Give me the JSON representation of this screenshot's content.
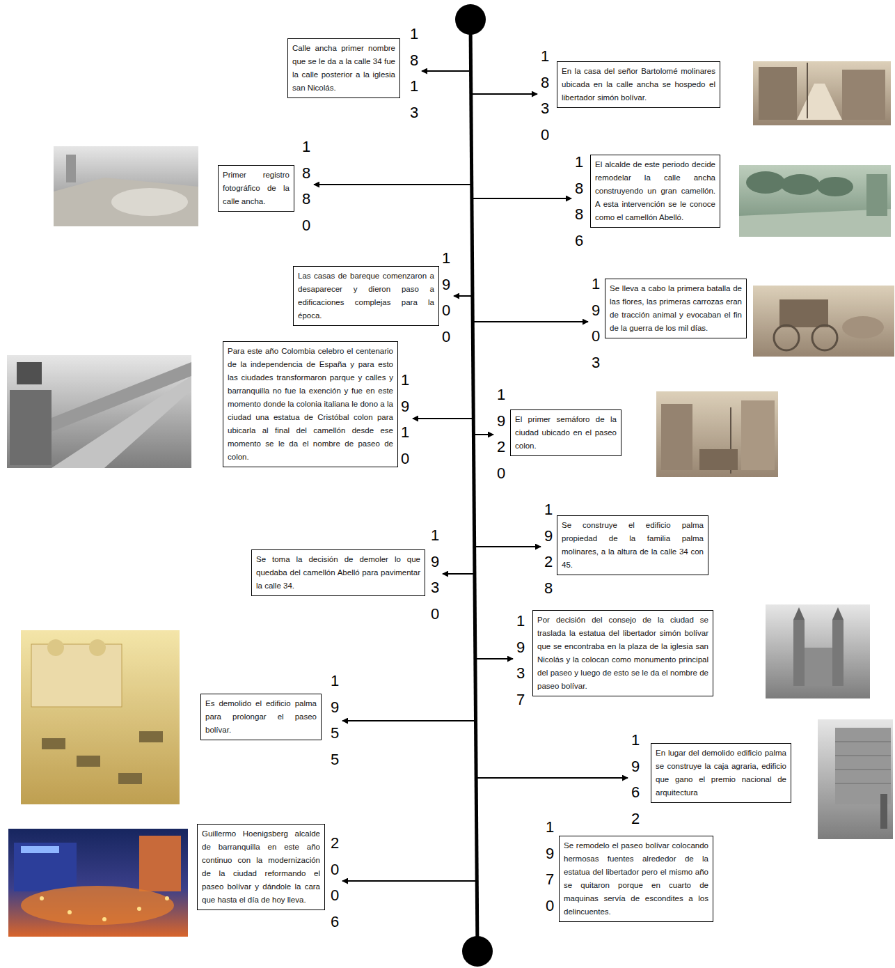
{
  "diagram": {
    "nodes": [
      {
        "text": [
          "1813",
          "Calle ancha primer nombre que se le da a la calle 34 fue la calle posterior a la iglesia san Nicolás."
        ]
      },
      {
        "text": [
          "1830",
          "En la casa del señor Bartolomé molinares ubicada en la calle ancha se hospedo el libertador simón bolívar."
        ]
      },
      {
        "text": [
          "1880",
          "Primer registro fotográfico de la calle ancha."
        ]
      },
      {
        "text": [
          "1886",
          "El alcalde de este periodo decide remodelar la calle ancha construyendo un gran camellón. A esta intervención se le conoce como el camellón Abelló."
        ]
      },
      {
        "text": [
          "1900",
          "Las casas de bareque comenzaron a desaparecer y dieron paso a edificaciones complejas para la época."
        ]
      },
      {
        "text": [
          "1903",
          "Se lleva a cabo la primera batalla de las flores, las primeras carrozas eran de tracción animal y evocaban el fin de la guerra de los mil días."
        ]
      },
      {
        "text": [
          "1910",
          "Para este año Colombia celebro el centenario de la independencia de España y para esto las ciudades transformaron parque y calles y barranquilla no fue la exención y fue en este momento donde la colonia italiana le dono a la ciudad una estatua de Cristóbal colon para ubicarla al final del camellón desde ese momento se le da el nombre de paseo de colon."
        ]
      },
      {
        "text": [
          "1920",
          "El primer semáforo de la ciudad ubicado en el paseo colon."
        ]
      },
      {
        "text": [
          "1928",
          "Se construye el edificio palma propiedad de la familia palma molinares, a la altura de la calle 34 con 45."
        ]
      },
      {
        "text": [
          "1930",
          "Se toma la decisión de demoler lo que quedaba del camellón Abelló para pavimentar la calle 34."
        ]
      },
      {
        "text": [
          "1937",
          "Por decisión del consejo de la ciudad se traslada la estatua del libertador simón bolívar que se encontraba en la plaza de la iglesia san Nicolás y la colocan como monumento principal del paseo y luego de esto se le da el nombre de paseo bolívar."
        ]
      },
      {
        "text": [
          "1955",
          "Es demolido el edificio palma para prolongar el paseo bolívar."
        ]
      },
      {
        "text": [
          "1962",
          "En lugar del demolido edificio palma se construye la caja agraria, edificio que gano el premio nacional de arquitectura"
        ]
      },
      {
        "text": [
          "1970",
          "Se remodelo el paseo bolívar colocando hermosas fuentes alrededor de la estatua del libertador pero el mismo año se quitaron porque en cuarto de maquinas servía de escondites a los delincuentes."
        ]
      },
      {
        "text": [
          "2006",
          "Guillermo Hoenigsberg alcalde de barranquilla en este año continuo con la modernización de la ciudad reformando el paseo bolívar y dándole la cara que hasta el día de hoy lleva."
        ]
      }
    ]
  }
}
